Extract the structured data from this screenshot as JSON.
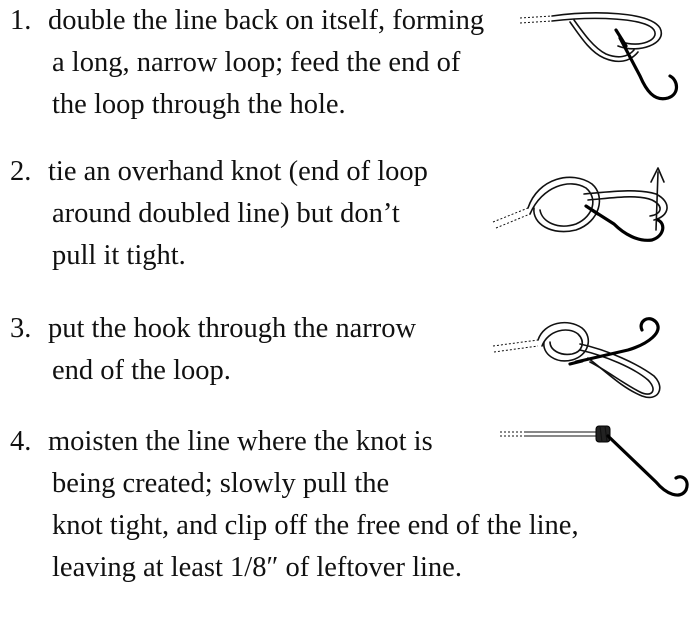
{
  "steps": [
    {
      "number": "1.",
      "lines": [
        "double the line back on itself, forming",
        "a long, narrow loop; feed the end of",
        "the loop through the hole."
      ],
      "icon": "hook-with-loop-through-eye-icon"
    },
    {
      "number": "2.",
      "lines": [
        "tie an overhand knot (end of loop",
        "around doubled line) but don’t",
        "pull it tight."
      ],
      "icon": "overhand-knot-loose-icon"
    },
    {
      "number": "3.",
      "lines": [
        "put the hook through the narrow",
        "end of the loop."
      ],
      "icon": "hook-through-loop-icon"
    },
    {
      "number": "4.",
      "lines": [
        "moisten the line where the knot is",
        "being created; slowly pull the",
        "knot tight, and clip off the free end of the line,",
        "leaving at least 1/8″ of leftover line."
      ],
      "icon": "tightened-knot-on-hook-icon"
    }
  ]
}
